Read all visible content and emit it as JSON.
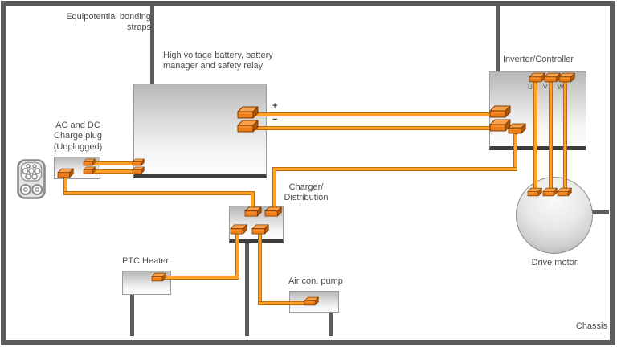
{
  "labels": {
    "bonding": {
      "line1": "Equipotential bonding",
      "line2": "straps"
    },
    "battery": {
      "line1": "High voltage battery, battery",
      "line2": "manager and safety relay"
    },
    "charge_plug": {
      "line1": "AC and DC",
      "line2": "Charge plug",
      "line3": "(Unplugged)"
    },
    "charger": {
      "line1": "Charger/",
      "line2": "Distribution"
    },
    "inverter": "Inverter/Controller",
    "ptc_heater": "PTC Heater",
    "air_con_pump": "Air con. pump",
    "drive_motor": "Drive motor",
    "chassis": "Chassis"
  },
  "terminals": {
    "plus": "+",
    "minus": "−",
    "u": "U",
    "v": "V",
    "w": "W"
  },
  "colors": {
    "frame_gray": "#5c5c5c",
    "wire_orange": "#ffa126",
    "wire_edge": "#c36a00",
    "connector_front": "#ef7d16",
    "connector_top": "#f9a14b",
    "connector_side": "#b35607",
    "box_bottom_bar": "#3e3e3e",
    "text_gray": "#4d4d4d"
  }
}
